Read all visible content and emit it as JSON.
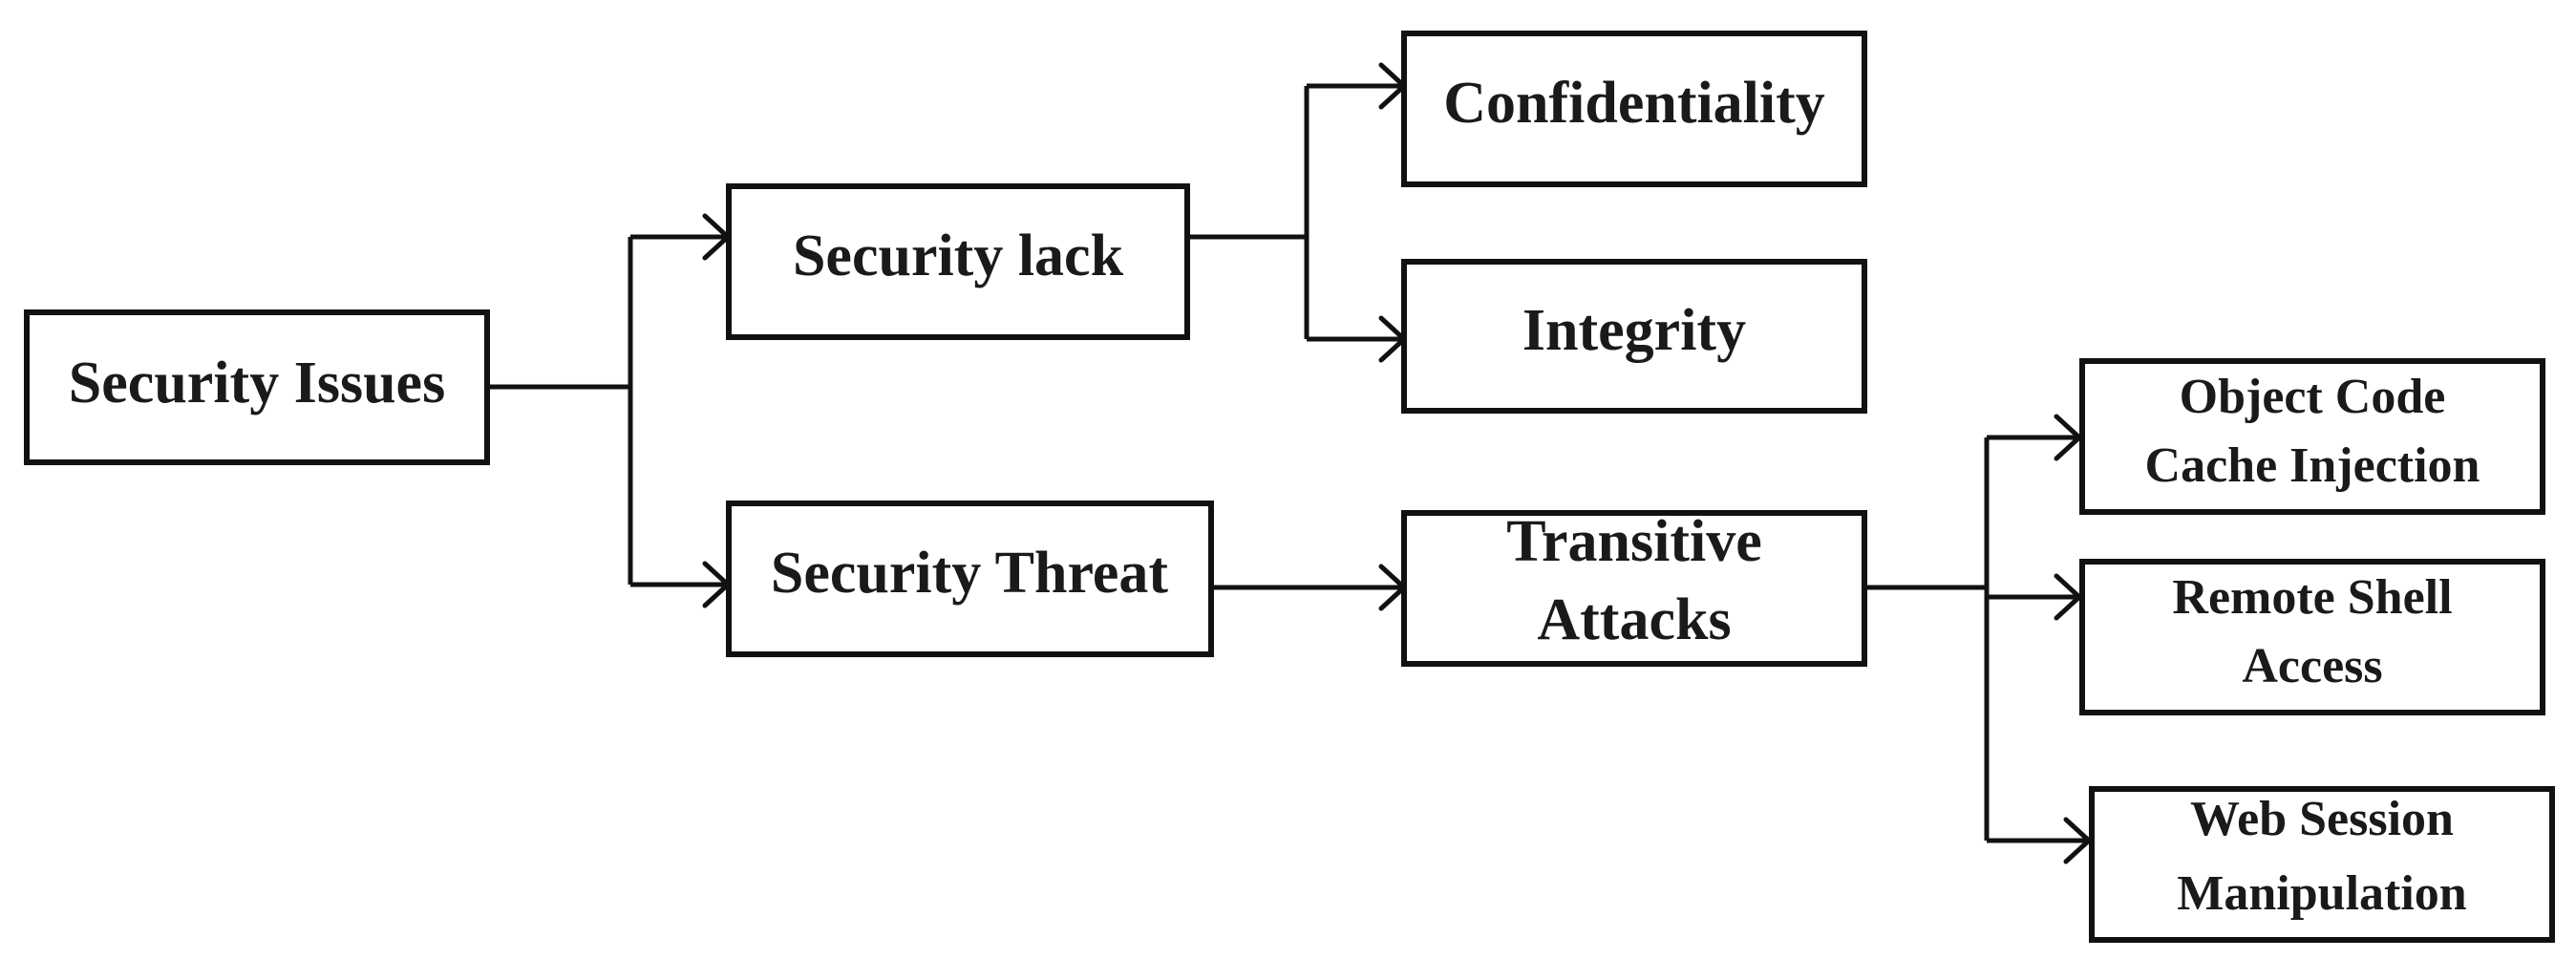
{
  "nodes": {
    "security_issues": "Security Issues",
    "security_lack": "Security lack",
    "security_threat": "Security Threat",
    "confidentiality": "Confidentiality",
    "integrity": "Integrity",
    "transitive_attacks": [
      "Transitive",
      "Attacks"
    ],
    "object_code_cache_injection": [
      "Object Code",
      "Cache Injection"
    ],
    "remote_shell_access": [
      "Remote Shell",
      "Access"
    ],
    "web_session_manipulation": [
      "Web Session",
      "Manipulation"
    ]
  }
}
